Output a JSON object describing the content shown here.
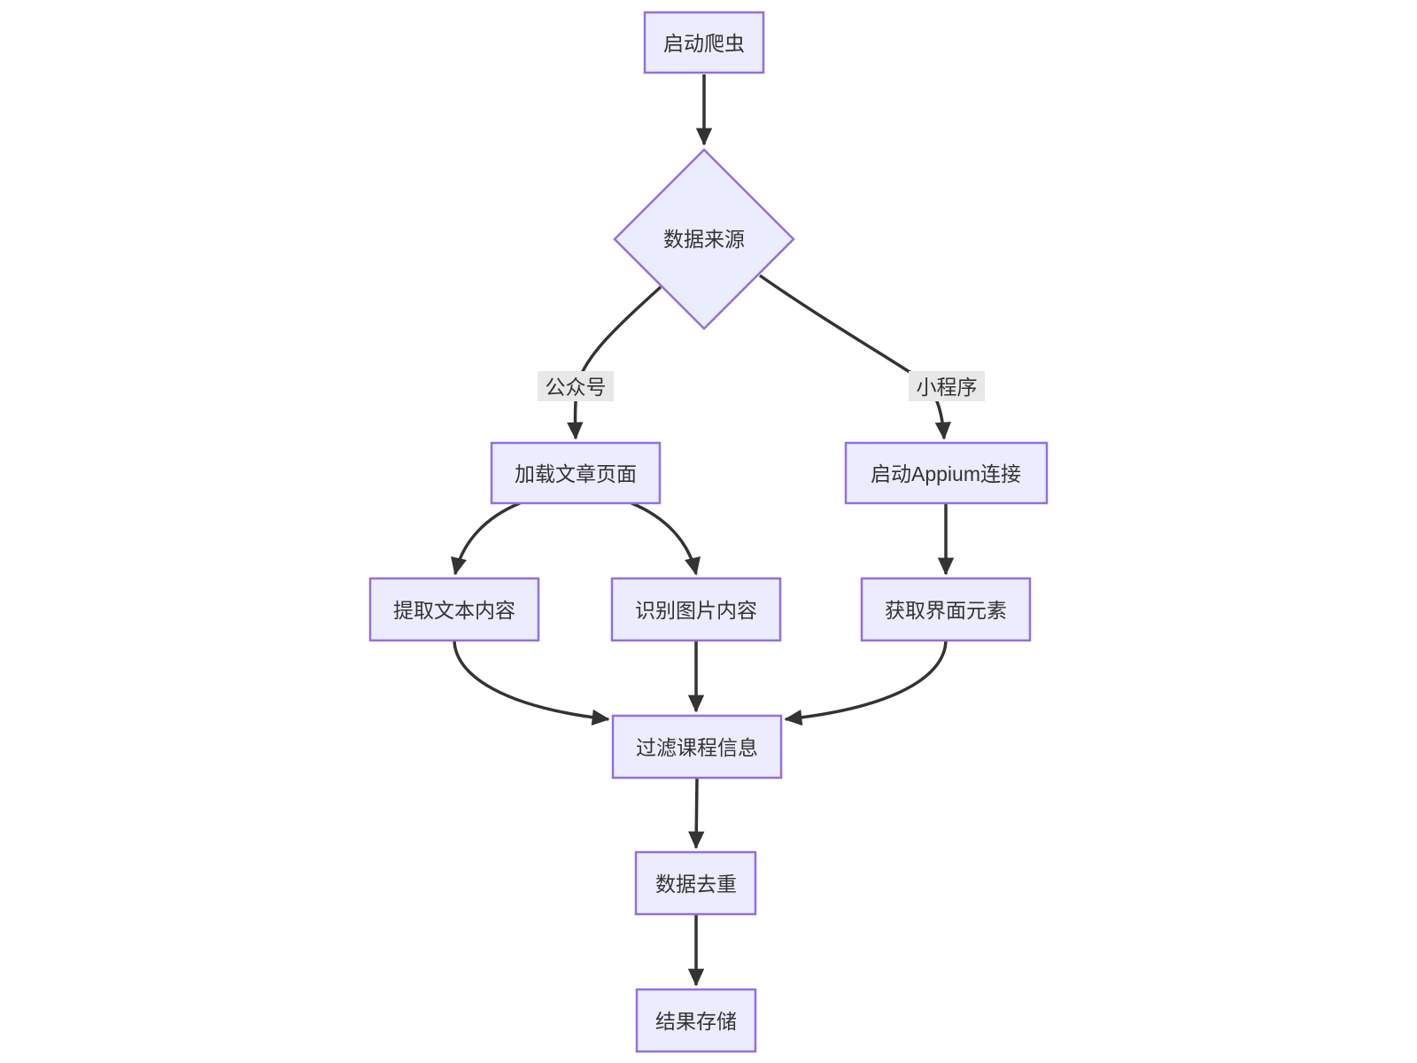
{
  "diagram": {
    "type": "flowchart",
    "direction": "top-down",
    "colors": {
      "node_fill": "#ECECFF",
      "node_border": "#9370DB",
      "edge": "#333333",
      "edge_label_bg": "#e8e8e8",
      "text": "#333333",
      "background": "#ffffff"
    },
    "nodes": [
      {
        "id": "start",
        "shape": "rect",
        "label": "启动爬虫"
      },
      {
        "id": "source",
        "shape": "diamond",
        "label": "数据来源"
      },
      {
        "id": "load_article",
        "shape": "rect",
        "label": "加载文章页面"
      },
      {
        "id": "appium",
        "shape": "rect",
        "label": "启动Appium连接"
      },
      {
        "id": "extract_text",
        "shape": "rect",
        "label": "提取文本内容"
      },
      {
        "id": "recognize_image",
        "shape": "rect",
        "label": "识别图片内容"
      },
      {
        "id": "get_ui",
        "shape": "rect",
        "label": "获取界面元素"
      },
      {
        "id": "filter",
        "shape": "rect",
        "label": "过滤课程信息"
      },
      {
        "id": "dedup",
        "shape": "rect",
        "label": "数据去重"
      },
      {
        "id": "store",
        "shape": "rect",
        "label": "结果存储"
      }
    ],
    "edges": [
      {
        "from": "start",
        "to": "source",
        "label": ""
      },
      {
        "from": "source",
        "to": "load_article",
        "label": "公众号"
      },
      {
        "from": "source",
        "to": "appium",
        "label": "小程序"
      },
      {
        "from": "load_article",
        "to": "extract_text",
        "label": ""
      },
      {
        "from": "load_article",
        "to": "recognize_image",
        "label": ""
      },
      {
        "from": "appium",
        "to": "get_ui",
        "label": ""
      },
      {
        "from": "extract_text",
        "to": "filter",
        "label": ""
      },
      {
        "from": "recognize_image",
        "to": "filter",
        "label": ""
      },
      {
        "from": "get_ui",
        "to": "filter",
        "label": ""
      },
      {
        "from": "filter",
        "to": "dedup",
        "label": ""
      },
      {
        "from": "dedup",
        "to": "store",
        "label": ""
      }
    ]
  }
}
